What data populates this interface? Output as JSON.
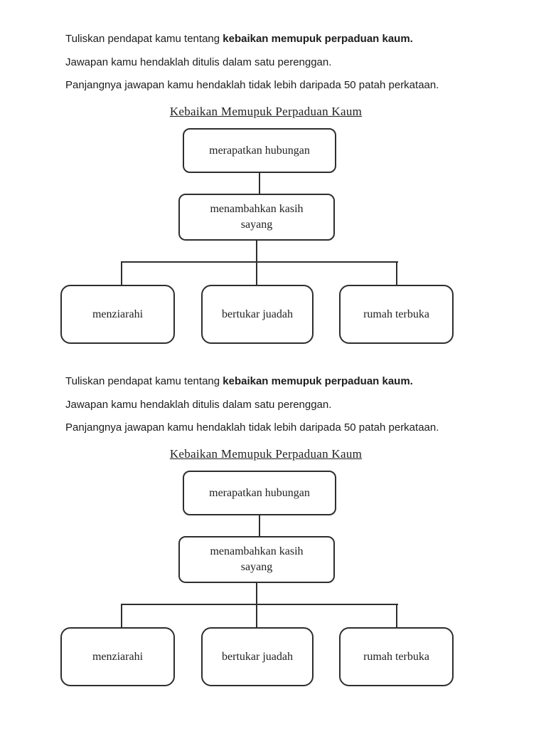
{
  "page": {
    "background_color": "#ffffff",
    "text_color": "#1c1c1c",
    "diagram_line_color": "#2e2e2e"
  },
  "sections": [
    {
      "instructions": {
        "line1_prefix": "Tuliskan pendapat kamu tentang ",
        "line1_bold": "kebaikan memupuk perpaduan kaum.",
        "line2": "Jawapan kamu hendaklah ditulis dalam satu perenggan.",
        "line3": "Panjangnya jawapan kamu hendaklah tidak lebih daripada 50 patah perkataan."
      },
      "diagram": {
        "title": "Kebaikan Memupuk Perpaduan Kaum",
        "root_node": "merapatkan hubungan",
        "middle_node": "menambahkan kasih sayang",
        "leaf_nodes": [
          "menziarahi",
          "bertukar juadah",
          "rumah terbuka"
        ]
      }
    },
    {
      "instructions": {
        "line1_prefix": "Tuliskan pendapat kamu tentang ",
        "line1_bold": "kebaikan memupuk perpaduan kaum.",
        "line2": "Jawapan kamu hendaklah ditulis dalam satu perenggan.",
        "line3": "Panjangnya jawapan kamu hendaklah tidak lebih daripada 50 patah perkataan."
      },
      "diagram": {
        "title": "Kebaikan Memupuk Perpaduan Kaum",
        "root_node": "merapatkan hubungan",
        "middle_node": "menambahkan kasih sayang",
        "leaf_nodes": [
          "menziarahi",
          "bertukar juadah",
          "rumah terbuka"
        ]
      }
    }
  ]
}
